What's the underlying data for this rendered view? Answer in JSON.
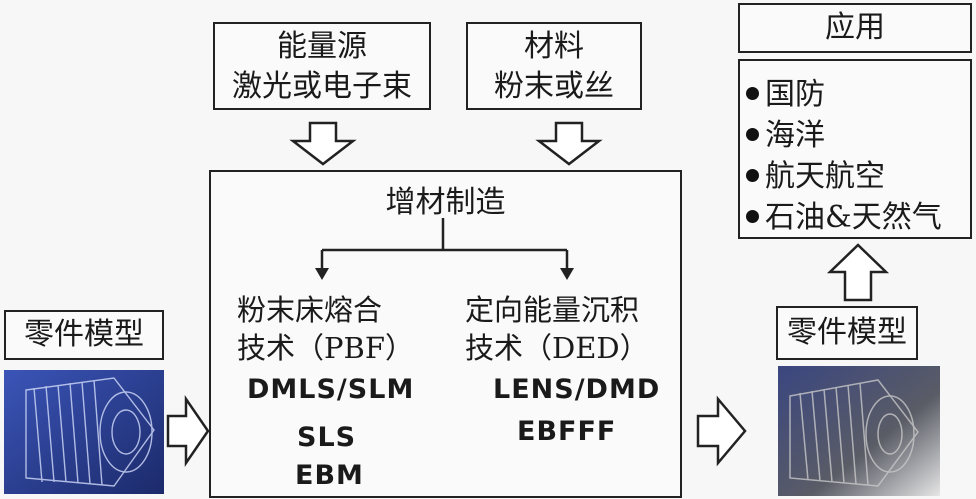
{
  "energy_source": {
    "line1": "能量源",
    "line2": "激光或电子束"
  },
  "material": {
    "line1": "材料",
    "line2": "粉末或丝"
  },
  "additive_manufacturing": {
    "title": "增材制造",
    "pbf": {
      "line1": "粉末床熔合",
      "line2": "技术（PBF）",
      "techs": [
        "DMLS/SLM",
        "SLS",
        "EBM"
      ]
    },
    "ded": {
      "line1": "定向能量沉积",
      "line2": "技术（DED）",
      "techs": [
        "LENS/DMD",
        "EBFFF"
      ]
    }
  },
  "input_model": {
    "label": "零件模型",
    "image_icon": "gear-model-image"
  },
  "output_model": {
    "label": "零件模型",
    "image_icon": "gear-part-image"
  },
  "applications": {
    "title": "应用",
    "items": [
      "国防",
      "海洋",
      "航天航空",
      "石油&天然气"
    ]
  },
  "colors": {
    "line": "#222222",
    "gear_blue": "#2b3d8f",
    "gear_gray": "#6d6f7a"
  }
}
